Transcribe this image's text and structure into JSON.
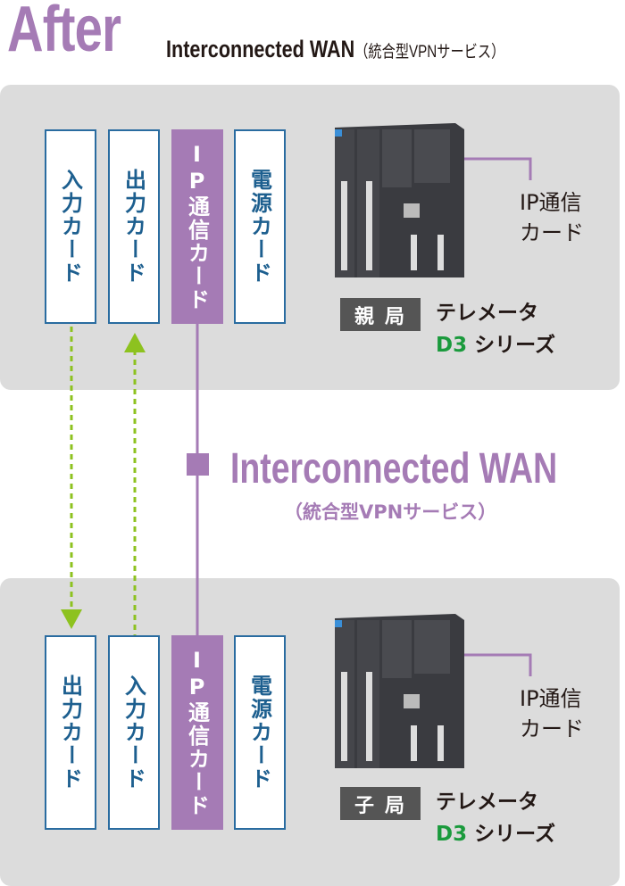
{
  "header": {
    "title": "After",
    "subtitle": "Interconnected WAN",
    "subtitle_note": "（統合型VPNサービス）"
  },
  "colors": {
    "accent": "#a57bb5",
    "card_border": "#2a6ca0",
    "arrow": "#8dc21f",
    "panel": "#dcdcdc",
    "d3": "#1a9a3c"
  },
  "parent": {
    "cards": [
      "入力カード",
      "出力カード",
      "IP通信カード",
      "電源カード"
    ],
    "callout_line1": "IP通信",
    "callout_line2": "カード",
    "role": "親局",
    "product_line1": "テレメータ",
    "product_d3": "D3",
    "product_series": " シリーズ"
  },
  "child": {
    "cards": [
      "出力カード",
      "入力カード",
      "IP通信カード",
      "電源カード"
    ],
    "callout_line1": "IP通信",
    "callout_line2": "カード",
    "role": "子局",
    "product_line1": "テレメータ",
    "product_d3": "D3",
    "product_series": " シリーズ"
  },
  "network": {
    "label": "Interconnected WAN",
    "note": "（統合型VPNサービス）"
  }
}
